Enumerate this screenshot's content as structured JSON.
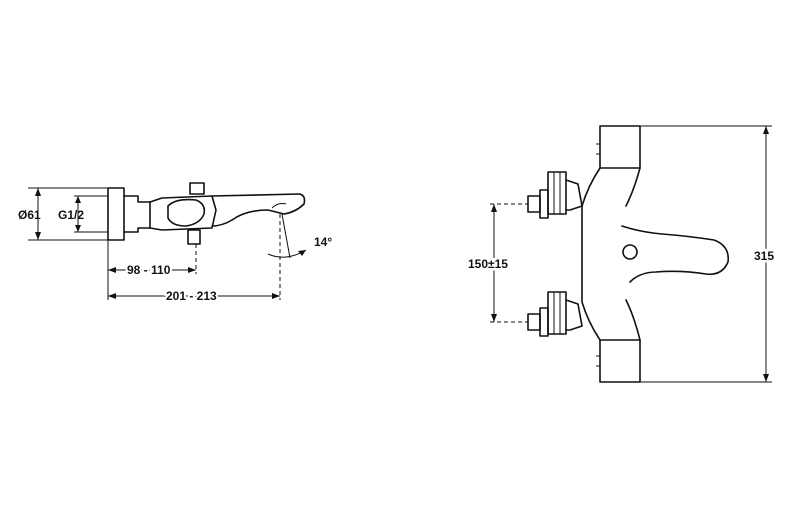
{
  "side_view": {
    "diameter_label": "Ø61",
    "thread_label": "G1/2",
    "dim_inner_label": "98 - 110",
    "dim_outer_label": "201 - 213",
    "angle_label": "14°"
  },
  "front_view": {
    "spacing_label": "150±15",
    "height_label": "315"
  }
}
